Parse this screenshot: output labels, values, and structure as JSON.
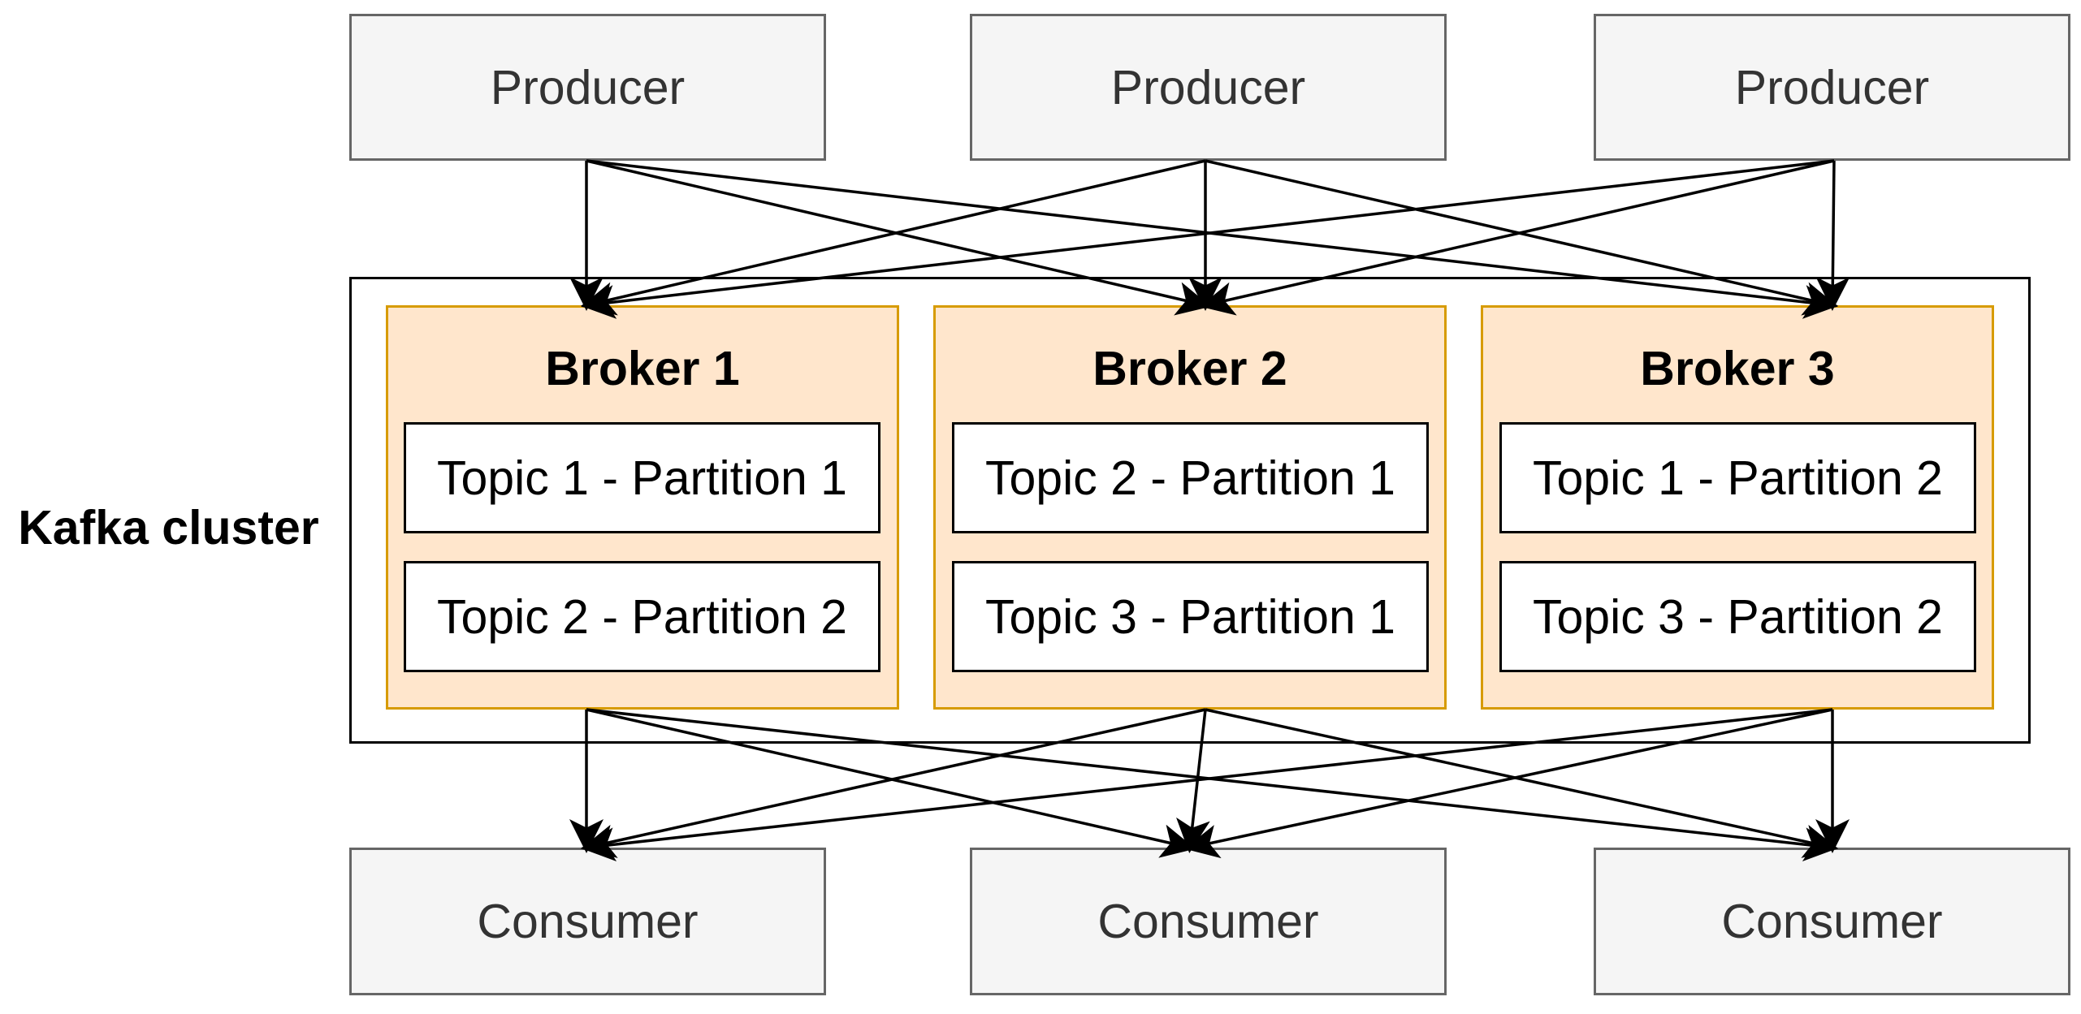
{
  "colors": {
    "producer_fill": "#f5f5f5",
    "producer_stroke": "#666666",
    "broker_fill": "#ffe6cc",
    "broker_stroke": "#d79b00",
    "cluster_stroke": "#000000",
    "arrow": "#000000"
  },
  "cluster_label": "Kafka cluster",
  "producers": [
    "Producer",
    "Producer",
    "Producer"
  ],
  "consumers": [
    "Consumer",
    "Consumer",
    "Consumer"
  ],
  "brokers": [
    {
      "title": "Broker 1",
      "partitions": [
        "Topic 1 - Partition 1",
        "Topic 2 - Partition 2"
      ]
    },
    {
      "title": "Broker 2",
      "partitions": [
        "Topic 2 - Partition 1",
        "Topic 3 - Partition 1"
      ]
    },
    {
      "title": "Broker 3",
      "partitions": [
        "Topic 1 - Partition 2",
        "Topic 3 - Partition 2"
      ]
    }
  ],
  "connections": {
    "producer_to_broker": "every producer to every broker",
    "broker_to_consumer": "every broker to every consumer"
  }
}
